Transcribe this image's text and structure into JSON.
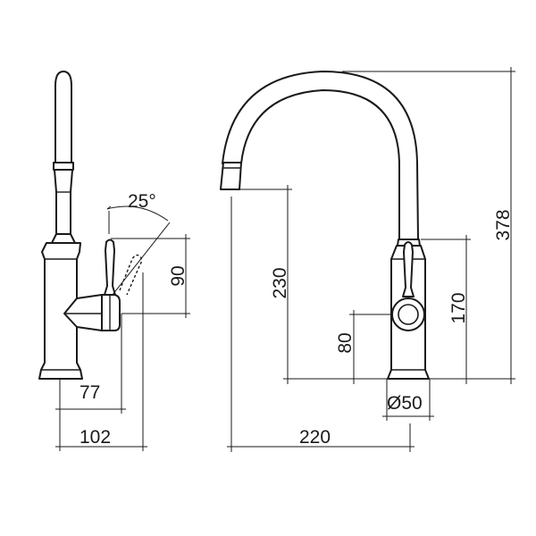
{
  "side_view": {
    "angle": "25°",
    "handle_height": "90",
    "spout_offset": "77",
    "overall_depth": "102"
  },
  "front_view": {
    "outlet_height": "230",
    "overall_height": "378",
    "handle_axis_height": "170",
    "lever_height": "80",
    "base_diameter": "Ø50",
    "reach": "220"
  }
}
